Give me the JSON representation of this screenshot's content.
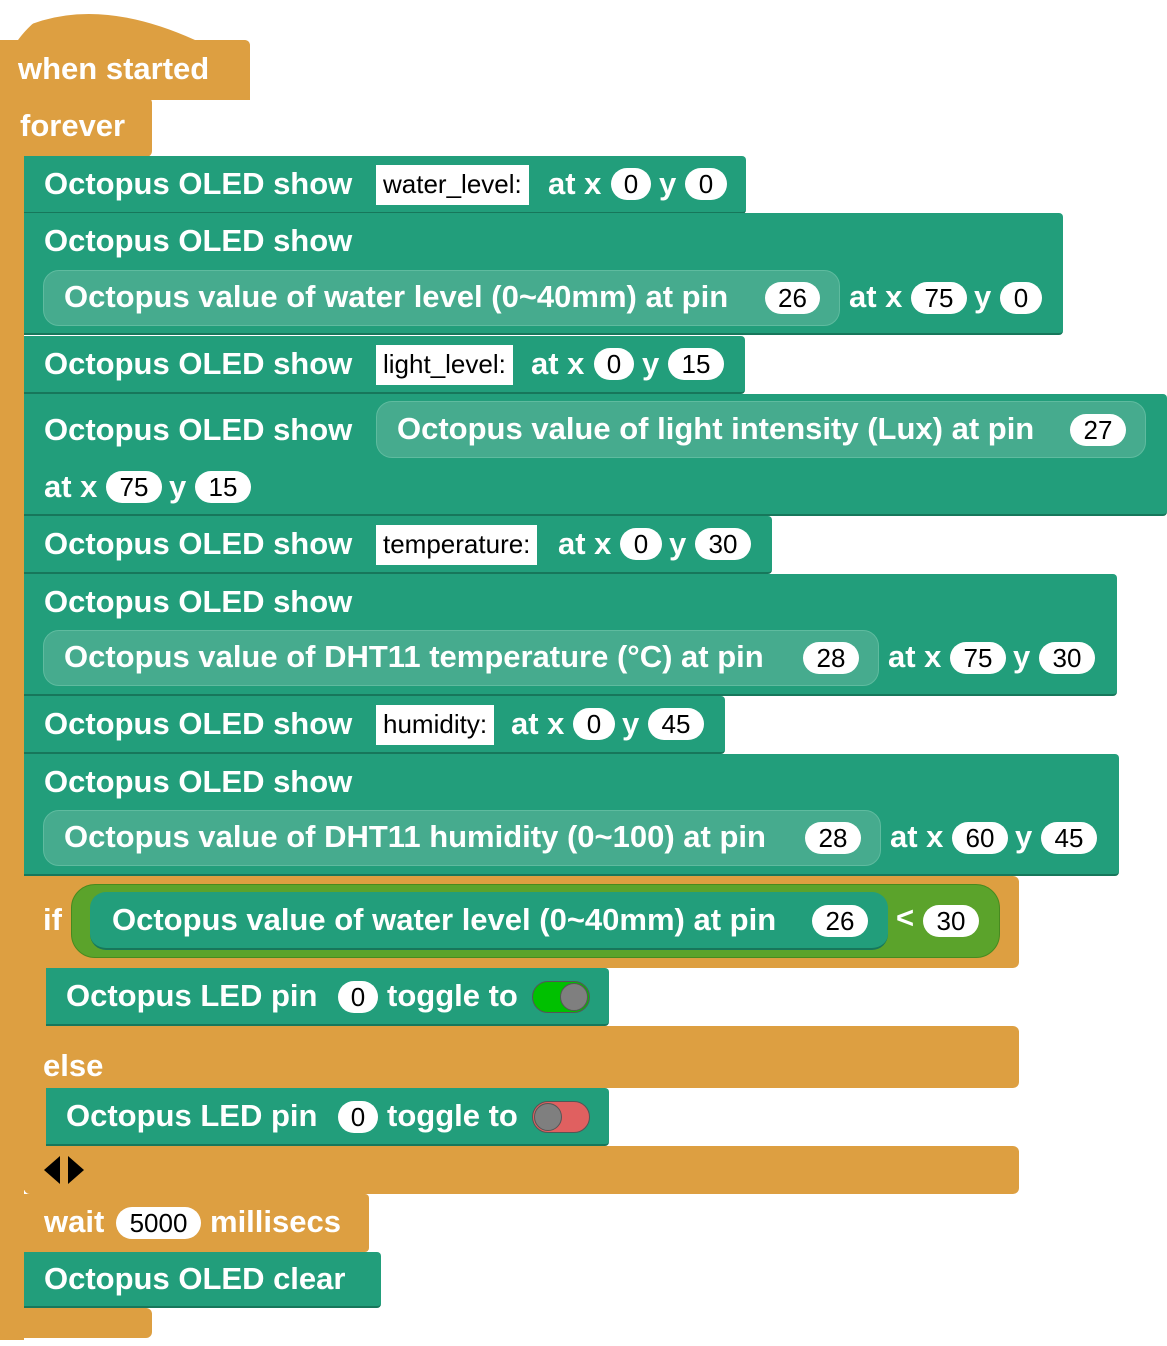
{
  "hat": {
    "label": "when started"
  },
  "loop": {
    "label": "forever"
  },
  "blocks": {
    "b1": {
      "prefix": "Octopus OLED show",
      "text": "water_level:",
      "at_x": "at x",
      "x": "0",
      "y_label": "y",
      "y": "0"
    },
    "b2": {
      "prefix": "Octopus OLED show",
      "reporter": "Octopus value of water level (0~40mm) at pin",
      "pin": "26",
      "at_x": "at x",
      "x": "75",
      "y_label": "y",
      "y": "0"
    },
    "b3": {
      "prefix": "Octopus OLED show",
      "text": "light_level:",
      "at_x": "at x",
      "x": "0",
      "y_label": "y",
      "y": "15"
    },
    "b4": {
      "prefix": "Octopus OLED show",
      "reporter": "Octopus value of light intensity (Lux) at pin",
      "pin": "27",
      "at_x": "at x",
      "x": "75",
      "y_label": "y",
      "y": "15"
    },
    "b5": {
      "prefix": "Octopus OLED show",
      "text": "temperature:",
      "at_x": "at x",
      "x": "0",
      "y_label": "y",
      "y": "30"
    },
    "b6": {
      "prefix": "Octopus OLED show",
      "reporter": "Octopus value of DHT11 temperature (°C) at pin",
      "pin": "28",
      "at_x": "at x",
      "x": "75",
      "y_label": "y",
      "y": "30"
    },
    "b7": {
      "prefix": "Octopus OLED show",
      "text": "humidity:",
      "at_x": "at x",
      "x": "0",
      "y_label": "y",
      "y": "45"
    },
    "b8": {
      "prefix": "Octopus OLED show",
      "reporter": "Octopus value of DHT11 humidity (0~100) at pin",
      "pin": "28",
      "at_x": "at x",
      "x": "60",
      "y_label": "y",
      "y": "45"
    }
  },
  "if_block": {
    "if_label": "if",
    "cond_reporter": "Octopus value of water level (0~40mm) at pin",
    "cond_pin": "26",
    "operator": "<",
    "threshold": "30",
    "then_led": {
      "label": "Octopus LED pin",
      "pin": "0",
      "toggle_label": "toggle to",
      "state": "on",
      "color": "#00c000"
    },
    "else_label": "else",
    "else_led": {
      "label": "Octopus LED pin",
      "pin": "0",
      "toggle_label": "toggle to",
      "state": "off",
      "color": "#e06060"
    }
  },
  "wait": {
    "label": "wait",
    "value": "5000",
    "unit": "millisecs"
  },
  "clear": {
    "label": "Octopus OLED clear"
  },
  "colors": {
    "control": "#dd9f41",
    "octopus": "#229e7b",
    "reporter": "#46ab8e",
    "logic": "#5ba32b"
  }
}
